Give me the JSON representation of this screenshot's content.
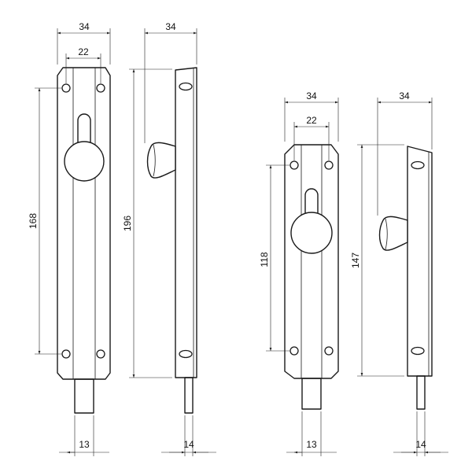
{
  "bolt_large": {
    "front": {
      "width_label": "34",
      "hole_spacing_label": "22",
      "vertical_hole_spacing_label": "168",
      "pin_width_label": "13"
    },
    "side": {
      "width_label": "34",
      "height_label": "196",
      "pin_width_label": "14"
    }
  },
  "bolt_small": {
    "front": {
      "width_label": "34",
      "hole_spacing_label": "22",
      "vertical_hole_spacing_label": "118",
      "pin_width_label": "13"
    },
    "side": {
      "width_label": "34",
      "height_label": "147",
      "pin_width_label": "14"
    }
  }
}
